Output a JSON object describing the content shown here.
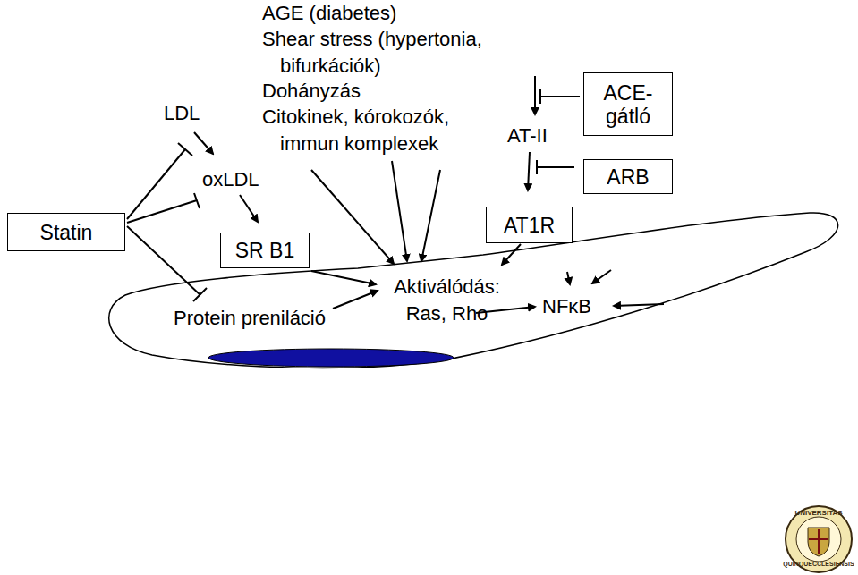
{
  "diagram": {
    "nodes": [
      {
        "text": [
          "ACE- gátló"
        ]
      },
      {
        "text": [
          "ARB"
        ]
      },
      {
        "text": [
          "AT1R"
        ]
      },
      {
        "text": [
          "Statin"
        ]
      },
      {
        "text": [
          "SR B1"
        ]
      }
    ],
    "labels": [
      "AGE (diabetes)",
      "Shear stress (hypertonia, bifurkációk)",
      "Dohányzás",
      "Citokinek, kórokozók, immun komplexek",
      "LDL",
      "AT-II",
      "oxLDL",
      "Aktiválódás: Ras, Rho",
      "NFκB",
      "Protein preniláció",
      "UNIVERSITAS",
      "QUINQUECCLESIENSIS"
    ]
  }
}
